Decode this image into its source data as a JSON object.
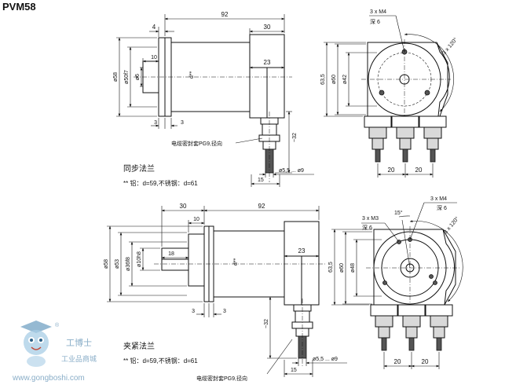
{
  "title": "PVM58",
  "top_view": {
    "dims": {
      "overall": "92",
      "rear": "30",
      "flange": "4",
      "shaft_len": "10",
      "cable_off": "23",
      "d58": "ø58",
      "d50": "ø50f7",
      "d6": "ø6",
      "d": "d**",
      "s1": "3",
      "s2": "3",
      "cable_drop": "~32",
      "cable_w": "15",
      "cable_d": "ø5,5 ... ø9"
    },
    "cable_label": "电缆密封套PG9,径向",
    "caption": "同步法兰",
    "note": "** 铝：d=59,不锈钢：d=61"
  },
  "top_end": {
    "holes": "3 x M4",
    "depth": "深 6",
    "angle": "3 x 120°",
    "h": "63,5",
    "d60": "ø60",
    "d42": "ø42",
    "w1": "20",
    "w2": "20"
  },
  "bottom_view": {
    "dims": {
      "rear": "30",
      "overall": "92",
      "shaft_len": "10",
      "flange": "18",
      "cable_off": "23",
      "d58": "ø58",
      "d53": "ø53",
      "d36": "ø36f8",
      "d10": "ø10h8",
      "d": "d**",
      "s1": "3",
      "s2": "3",
      "cable_drop": "~32",
      "cable_w": "15",
      "cable_d": "ø5,5 ... ø9"
    },
    "cable_label": "电缆密封套PG9,径向",
    "caption": "夹紧法兰",
    "note": "** 铝：d=59,不锈钢：d=61"
  },
  "bottom_end": {
    "holes_a": "3 x M4",
    "depth_a": "深 6",
    "holes_b": "3 x M3",
    "depth_b": "深 6",
    "angle15": "15°",
    "angle": "3 x 120°",
    "h": "63,5",
    "d60": "ø60",
    "d48": "ø48",
    "w1": "20",
    "w2": "20"
  },
  "watermark": {
    "brand": "工博士",
    "reg": "®",
    "sub": "工业品商城",
    "url": "www.gongboshi.com"
  }
}
